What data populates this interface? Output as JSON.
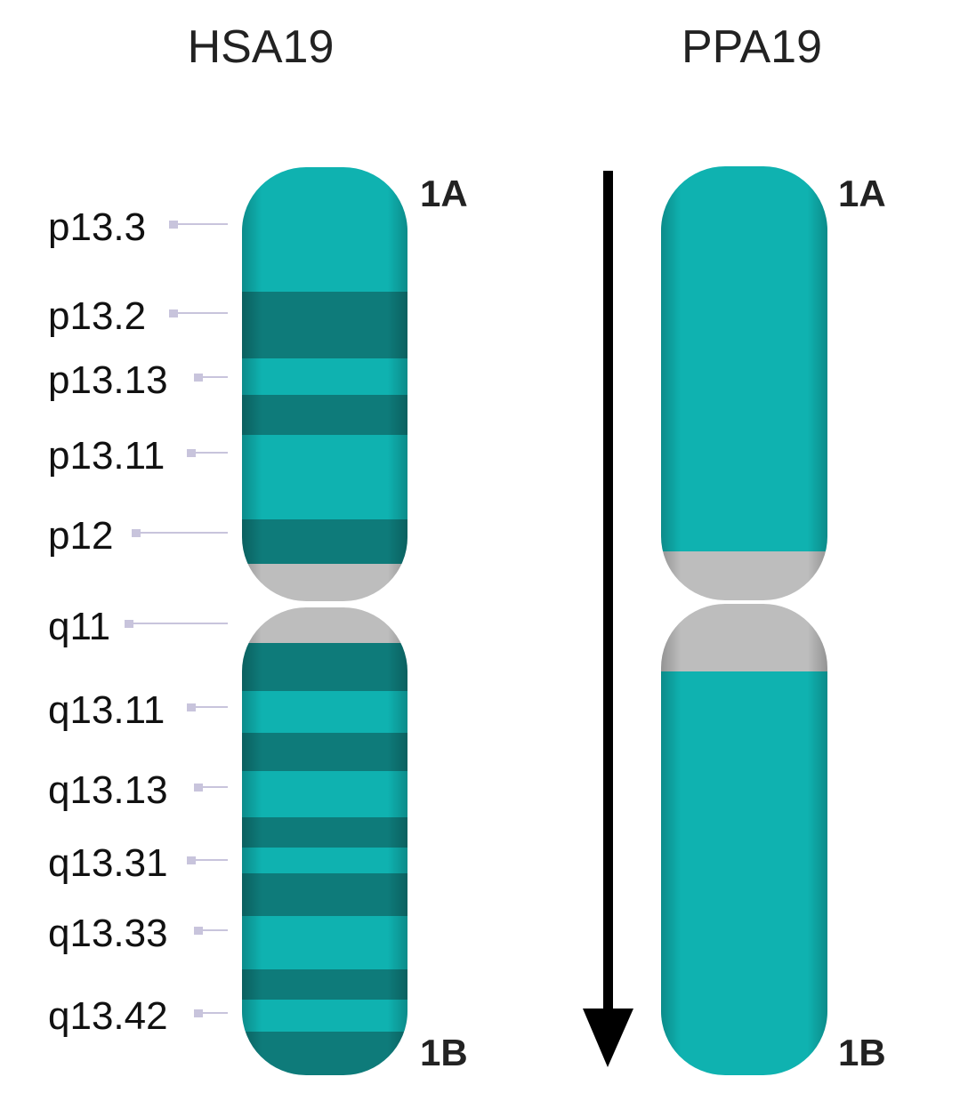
{
  "colors": {
    "light_band": "#0fb2b0",
    "dark_band": "#0e7b7a",
    "centromere": "#bdbdbd",
    "tick": "#c8c4dc",
    "arrow": "#000000"
  },
  "chromosomes": [
    {
      "id": "hsa19",
      "title": "HSA19",
      "top_label": "1A",
      "bottom_label": "1B",
      "bands": [
        {
          "label": "p13.3",
          "stain": "light"
        },
        {
          "label": "p13.2",
          "stain": "dark"
        },
        {
          "label": "p13.13",
          "stain": "light"
        },
        {
          "label": "",
          "stain": "dark"
        },
        {
          "label": "p13.11",
          "stain": "light"
        },
        {
          "label": "p12",
          "stain": "dark"
        },
        {
          "label": "q11",
          "stain": "centromere"
        },
        {
          "label": "",
          "stain": "dark"
        },
        {
          "label": "q13.11",
          "stain": "light"
        },
        {
          "label": "",
          "stain": "dark"
        },
        {
          "label": "q13.13",
          "stain": "light"
        },
        {
          "label": "",
          "stain": "dark"
        },
        {
          "label": "q13.31",
          "stain": "light"
        },
        {
          "label": "",
          "stain": "dark"
        },
        {
          "label": "q13.33",
          "stain": "light"
        },
        {
          "label": "",
          "stain": "dark"
        },
        {
          "label": "q13.42",
          "stain": "light"
        },
        {
          "label": "",
          "stain": "dark"
        }
      ]
    },
    {
      "id": "ppa19",
      "title": "PPA19",
      "top_label": "1A",
      "bottom_label": "1B",
      "orientation_arrow": "down"
    }
  ]
}
